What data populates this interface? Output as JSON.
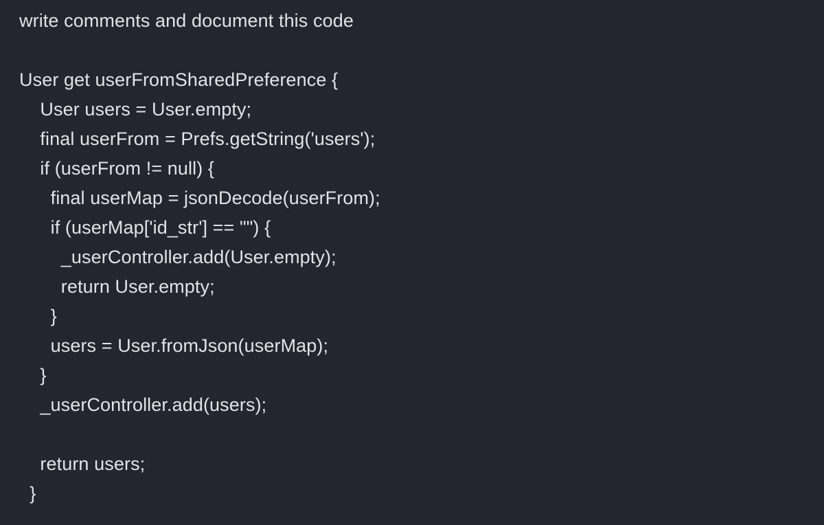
{
  "theme": {
    "background_color": "#25252f",
    "text_color": "#e2e3e8"
  },
  "prompt": {
    "text": "write comments and document this code"
  },
  "code": {
    "language": "dart",
    "lines": [
      "User get userFromSharedPreference {",
      "    User users = User.empty;",
      "    final userFrom = Prefs.getString('users');",
      "    if (userFrom != null) {",
      "      final userMap = jsonDecode(userFrom);",
      "      if (userMap['id_str'] == \"\") {",
      "        _userController.add(User.empty);",
      "        return User.empty;",
      "      }",
      "      users = User.fromJson(userMap);",
      "    }",
      "    _userController.add(users);",
      "",
      "    return users;",
      "  }"
    ]
  }
}
